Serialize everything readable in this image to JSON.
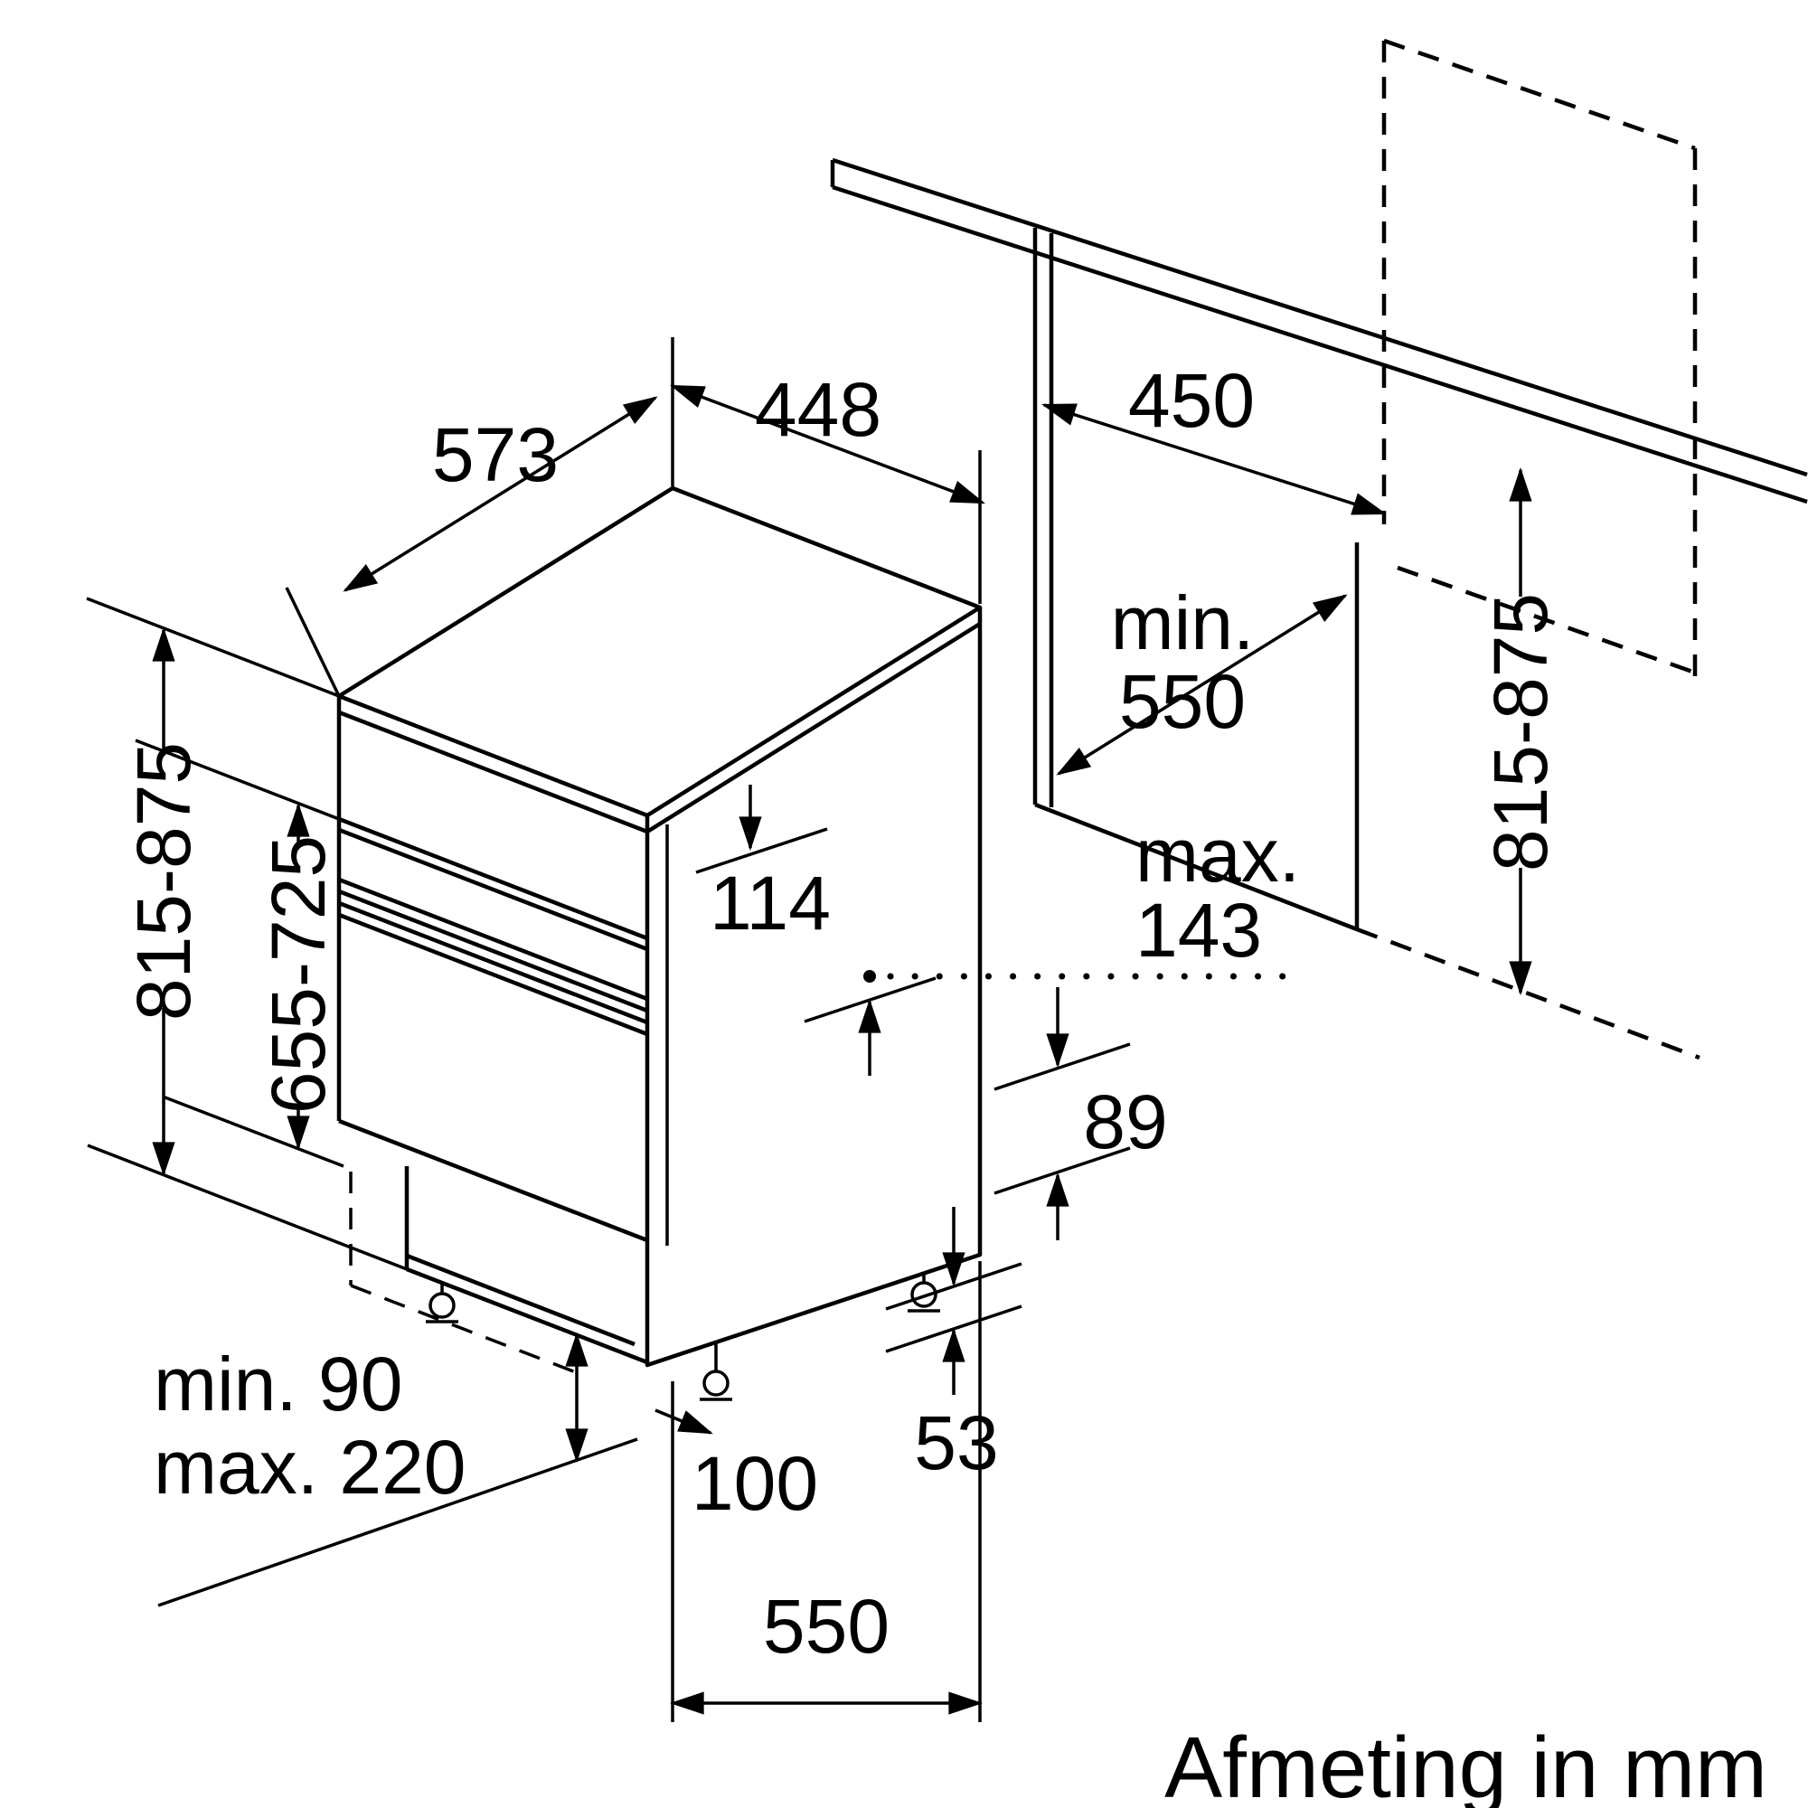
{
  "diagram": {
    "caption": "Afmeting in mm",
    "colors": {
      "ink": "#000000",
      "background": "#ffffff"
    },
    "labels": {
      "depth_top": "573",
      "width_top": "448",
      "niche_width": "450",
      "niche_depth_min_label": "min.",
      "niche_depth_min_value": "550",
      "niche_height_right": "815-875",
      "appliance_height": "815-875",
      "body_height": "655-725",
      "panel_height": "114",
      "max_label": "max.",
      "max_value": "143",
      "base_clearance": "89",
      "base_frame": "53",
      "plinth_min": "min. 90",
      "plinth_max": "max. 220",
      "plinth_depth": "100",
      "depth_bottom": "550"
    }
  }
}
